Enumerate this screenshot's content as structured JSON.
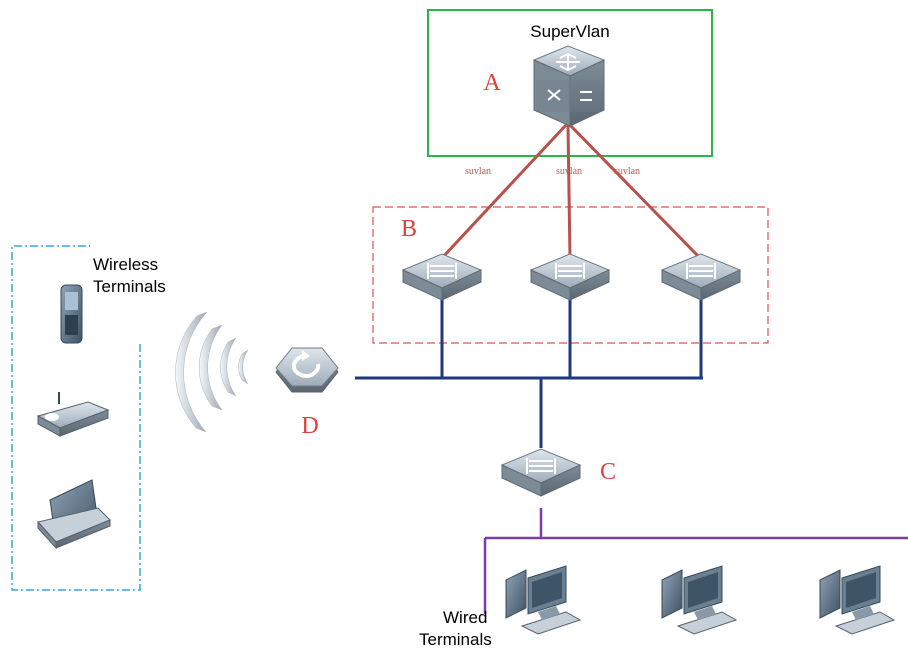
{
  "labels": {
    "supervlan": "SuperVlan",
    "a": "A",
    "b": "B",
    "c": "C",
    "d": "D",
    "link1": "suvlan",
    "link2": "suvlan",
    "link3": "suvlan",
    "wireless_line1": "Wireless",
    "wireless_line2": "Terminals",
    "wired_line1": "Wired",
    "wired_line2": "Terminals"
  },
  "colors": {
    "green_box": "#2eb24a",
    "red_dashed_box": "#d9534f",
    "red_links": "#b9504a",
    "red_letters": "#e0403a",
    "navy_links": "#1f3a78",
    "purple_links": "#7a3ea8",
    "blue_dashdot_box": "#3aa6dc",
    "device_gray": "#8a99a8"
  }
}
